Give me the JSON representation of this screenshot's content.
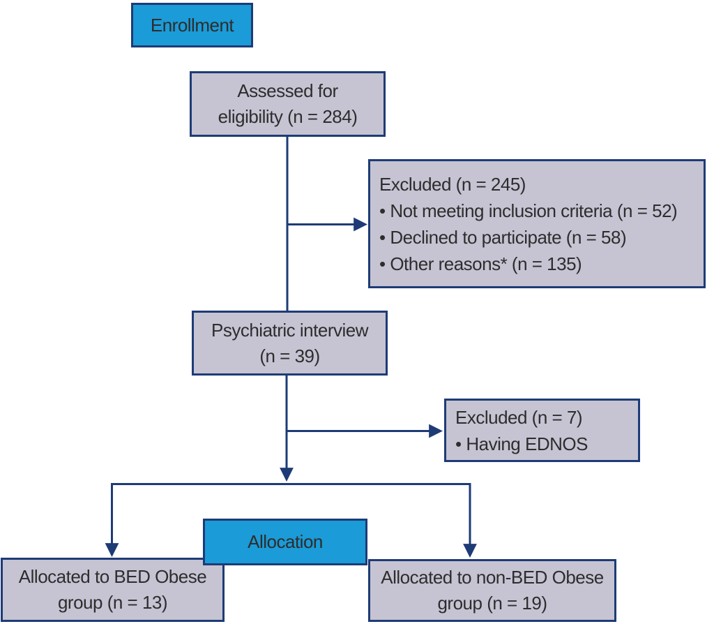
{
  "colors": {
    "stage_fill": "#1b9bd7",
    "box_fill": "#c6c4d3",
    "line": "#1e3b76",
    "text": "#2d2d2d",
    "background": "#ffffff"
  },
  "stages": {
    "enrollment": "Enrollment",
    "allocation": "Allocation"
  },
  "boxes": {
    "assessed": {
      "line1": "Assessed for",
      "line2": "eligibility (n = 284)"
    },
    "excluded_main": {
      "title": "Excluded (n = 245)",
      "items": [
        "• Not meeting inclusion criteria (n = 52)",
        "• Declined to participate (n = 58)",
        "• Other reasons* (n = 135)"
      ]
    },
    "psychiatric": {
      "line1": "Psychiatric interview",
      "line2": "(n = 39)"
    },
    "excluded_ednos": {
      "title": "Excluded (n = 7)",
      "items": [
        "• Having EDNOS"
      ]
    },
    "alloc_bed": {
      "line1": "Allocated to BED Obese",
      "line2": "group (n = 13)"
    },
    "alloc_nonbed": {
      "line1": "Allocated to non-BED Obese",
      "line2": "group (n = 19)"
    }
  }
}
